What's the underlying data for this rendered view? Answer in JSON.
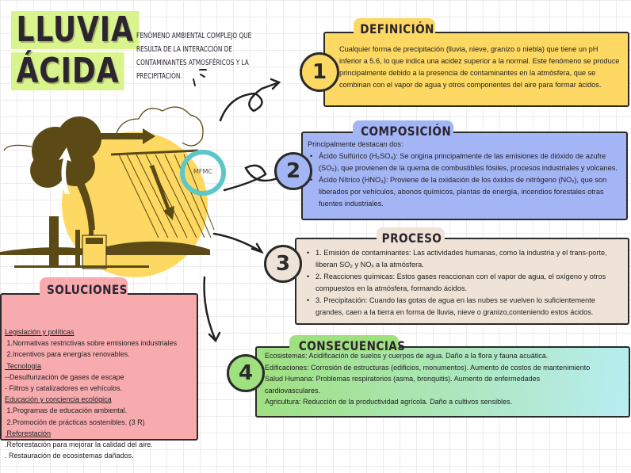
{
  "title": {
    "line1": "LLUVIA",
    "line2": "ÁCIDA"
  },
  "subtitle": "Fenómeno ambiental complejo que resulta de la interacción de contaminantes atmosféricos y la precipitación.",
  "logo": {
    "text": "MFMC"
  },
  "definicion": {
    "number": "1",
    "heading": "DEFINICIÓN",
    "text": "Cualquier forma de precipitación (lluvia, nieve, granizo o niebla) que tiene un pH inferior a 5.6, lo que indica una acidez superior a la normal. Este fenómeno se produce principalmente debido a la presencia de contaminantes en la atmósfera, que se combinan con el vapor de agua y otros componentes del aire para formar ácidos."
  },
  "composicion": {
    "number": "2",
    "heading": "COMPOSICIÓN",
    "intro": "Principalmente destacan dos:",
    "items": [
      "Ácido Sulfúrico (H₂SO₄): Se origina principalmente de las emisiones de dióxido de azufre (SO₂), que provienen de la quema de combustibles fósiles, procesos industriales y volcanes.",
      "Ácido Nítrico (HNO₃): Proviene de la oxidación de los óxidos de nitrógeno (NOₓ), que son liberados por vehículos, abonos químicos, plantas de energía, incendios forestales otras fuentes industriales."
    ]
  },
  "proceso": {
    "number": "3",
    "heading": "PROCESO",
    "items": [
      "1. Emisión de contaminantes: Las actividades humanas, como la industria y el trans-porte, liberan SO₂ y NOₓ a la atmósfera.",
      "2. Reacciones químicas: Estos gases reaccionan con el vapor de agua, el oxígeno y otros compuestos en la atmósfera, formando ácidos.",
      "3. Precipitación: Cuando las gotas de agua en las nubes se vuelven lo suficientemente grandes, caen a la tierra en forma de lluvia, nieve o granizo,conteniendo estos ácidos."
    ]
  },
  "consecuencias": {
    "number": "4",
    "heading": "CONSECUENCIAS",
    "items": [
      "Ecosistemas: Acidificación de suelos y cuerpos de agua. Daño a la flora y fauna acuática.",
      "Edificaciones: Corrosión de estructuras (edificios, monumentos). Aumento de costos de mantenimiento",
      "Salud Humana: Problemas respiratorios (asma, bronquitis). Aumento de enfermedades cardiovasculares.",
      "Agricultura: Reducción de la productividad agrícola. Daño a cultivos sensibles."
    ]
  },
  "soluciones": {
    "heading": "SOLUCIONES",
    "lines": [
      {
        "text": "Legislación y políticas",
        "kind": "heading"
      },
      {
        "text": " 1.Normativas restrictivas sobre emisiones industriales",
        "kind": "item"
      },
      {
        "text": " 2.Incentivos para energías renovables.",
        "kind": "item"
      },
      {
        "text": " Tecnología",
        "kind": "heading"
      },
      {
        "text": "--Desulfurización de gases de escape",
        "kind": "item"
      },
      {
        "text": "- Filtros y catalizadores en vehículos.",
        "kind": "item"
      },
      {
        "text": "Educación y conciencia ecológica",
        "kind": "heading"
      },
      {
        "text": " 1.Programas de educación ambiental.",
        "kind": "item"
      },
      {
        "text": " 2.Promoción de prácticas sostenibles. (3 R)",
        "kind": "item"
      },
      {
        "text": " Reforestación",
        "kind": "heading"
      },
      {
        "text": ".Reforestación para mejorar la calidad del aire.",
        "kind": "item"
      },
      {
        "text": ". Restauración de ecosistemas dañados.",
        "kind": "item"
      }
    ]
  },
  "colors": {
    "definicion": "#fdd862",
    "composicion": "#a4b5f6",
    "proceso": "#efe3d7",
    "consecuencias_start": "#9fe07f",
    "consecuencias_end": "#b8edf2",
    "soluciones": "#f8abaf",
    "title_bg": "#d9f48c",
    "illustration": "#5b4a16",
    "sun": "#fdd862"
  }
}
